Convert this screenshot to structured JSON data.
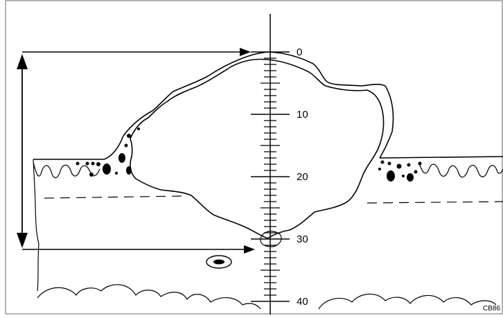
{
  "scale": {
    "ticks": [
      {
        "value": "0"
      },
      {
        "value": "10"
      },
      {
        "value": "20"
      },
      {
        "value": "30"
      },
      {
        "value": "40"
      }
    ]
  },
  "corner_code": "CB86"
}
